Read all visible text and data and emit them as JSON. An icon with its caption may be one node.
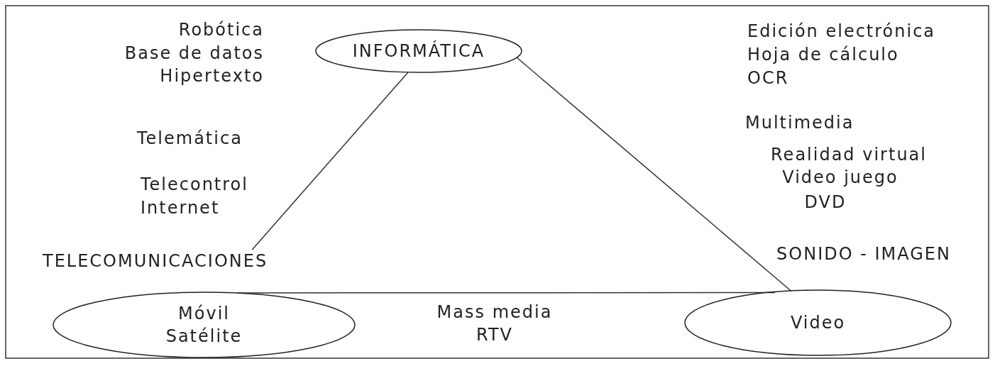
{
  "diagram": {
    "nodes": [
      {
        "text": [
          "INFORMÁTICA"
        ]
      },
      {
        "text": [
          "SONIDO - IMAGEN"
        ]
      },
      {
        "text": [
          "TELECOMUNICACIONES"
        ]
      },
      {
        "text": [
          "Móvil Satélite"
        ]
      },
      {
        "text": [
          "Video"
        ]
      }
    ],
    "edges": [
      {
        "from": 0,
        "to": 2,
        "arrow": "none"
      },
      {
        "from": 0,
        "to": 4,
        "arrow": "none"
      },
      {
        "from": 3,
        "to": 4,
        "arrow": "none"
      }
    ],
    "labels": [
      "Robótica",
      "Base de datos",
      "Hipertexto",
      "Edición electrónica",
      "Hoja de cálculo",
      "OCR",
      "Telemática",
      "Multimedia",
      "Telecontrol",
      "Internet",
      "Realidad virtual",
      "Video juego",
      "DVD",
      "Mass media",
      "RTV"
    ]
  }
}
